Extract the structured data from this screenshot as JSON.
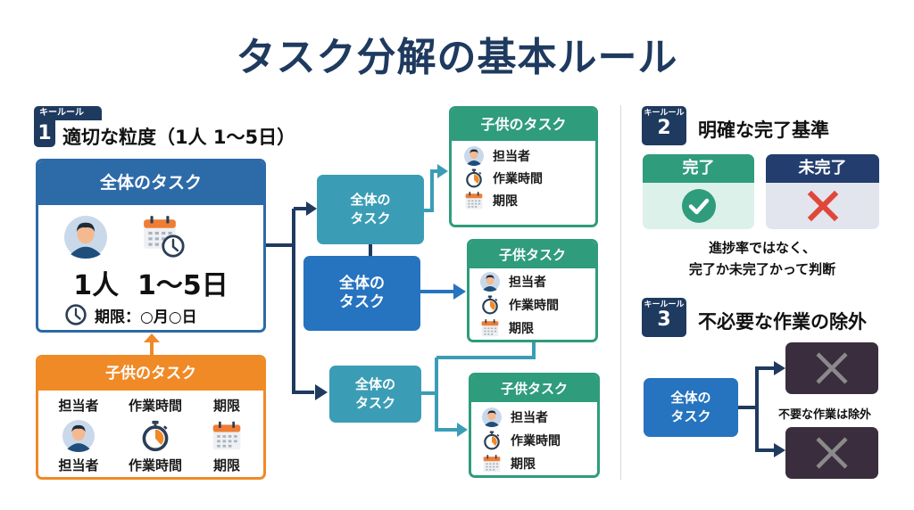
{
  "title": "タスク分解の基本ルール",
  "rule1": {
    "badge_label": "キールール",
    "badge_number": "1",
    "title": "適切な粒度（1人 1〜5日）",
    "overall_task": {
      "header": "全体のタスク",
      "icons": [
        "person-icon",
        "calendar-clock-icon"
      ],
      "summary": "1人  1〜5日",
      "deadline": "期限：○月○日"
    },
    "child_task": {
      "header": "子供のタスク",
      "columns": [
        {
          "top_label": "担当者",
          "icon": "person-icon",
          "bottom_label": "担当者"
        },
        {
          "top_label": "作業時間",
          "icon": "stopwatch-icon",
          "bottom_label": "作業時間"
        },
        {
          "top_label": "期限",
          "icon": "calendar-icon",
          "bottom_label": "期限"
        }
      ]
    }
  },
  "flow": {
    "middle_tasks": [
      {
        "line1": "全体の",
        "line2": "タスク"
      },
      {
        "line1": "全体の",
        "line2": "タスク"
      },
      {
        "line1": "全体の",
        "line2": "タスク"
      }
    ],
    "child_cards": [
      {
        "header": "子供のタスク",
        "items": [
          "担当者",
          "作業時間",
          "期限"
        ]
      },
      {
        "header": "子供タスク",
        "items": [
          "担当者",
          "作業時間",
          "期限"
        ]
      },
      {
        "header": "子供タスク",
        "items": [
          "担当者",
          "作業時間",
          "期限"
        ]
      }
    ]
  },
  "rule2": {
    "badge_label": "キールール",
    "badge_number": "2",
    "title": "明確な完了基準",
    "done": {
      "header": "完了",
      "icon": "check-circle-icon"
    },
    "not_done": {
      "header": "未完了",
      "icon": "cross-icon"
    },
    "description_line1": "進捗率ではなく、",
    "description_line2": "完了か未完了かって判断"
  },
  "rule3": {
    "badge_label": "キールール",
    "badge_number": "3",
    "title": "不必要な作業の除外",
    "task": {
      "line1": "全体の",
      "line2": "タスク"
    },
    "note": "不要な作業は除外"
  },
  "colors": {
    "navy": "#1f3a5f",
    "blue": "#2673bf",
    "teal": "#3b9db5",
    "green": "#2f9c7c",
    "orange": "#ef8a26",
    "dark_navy": "#233e6e",
    "excluded": "#3a2d3d",
    "red_cross": "#e0473a"
  }
}
